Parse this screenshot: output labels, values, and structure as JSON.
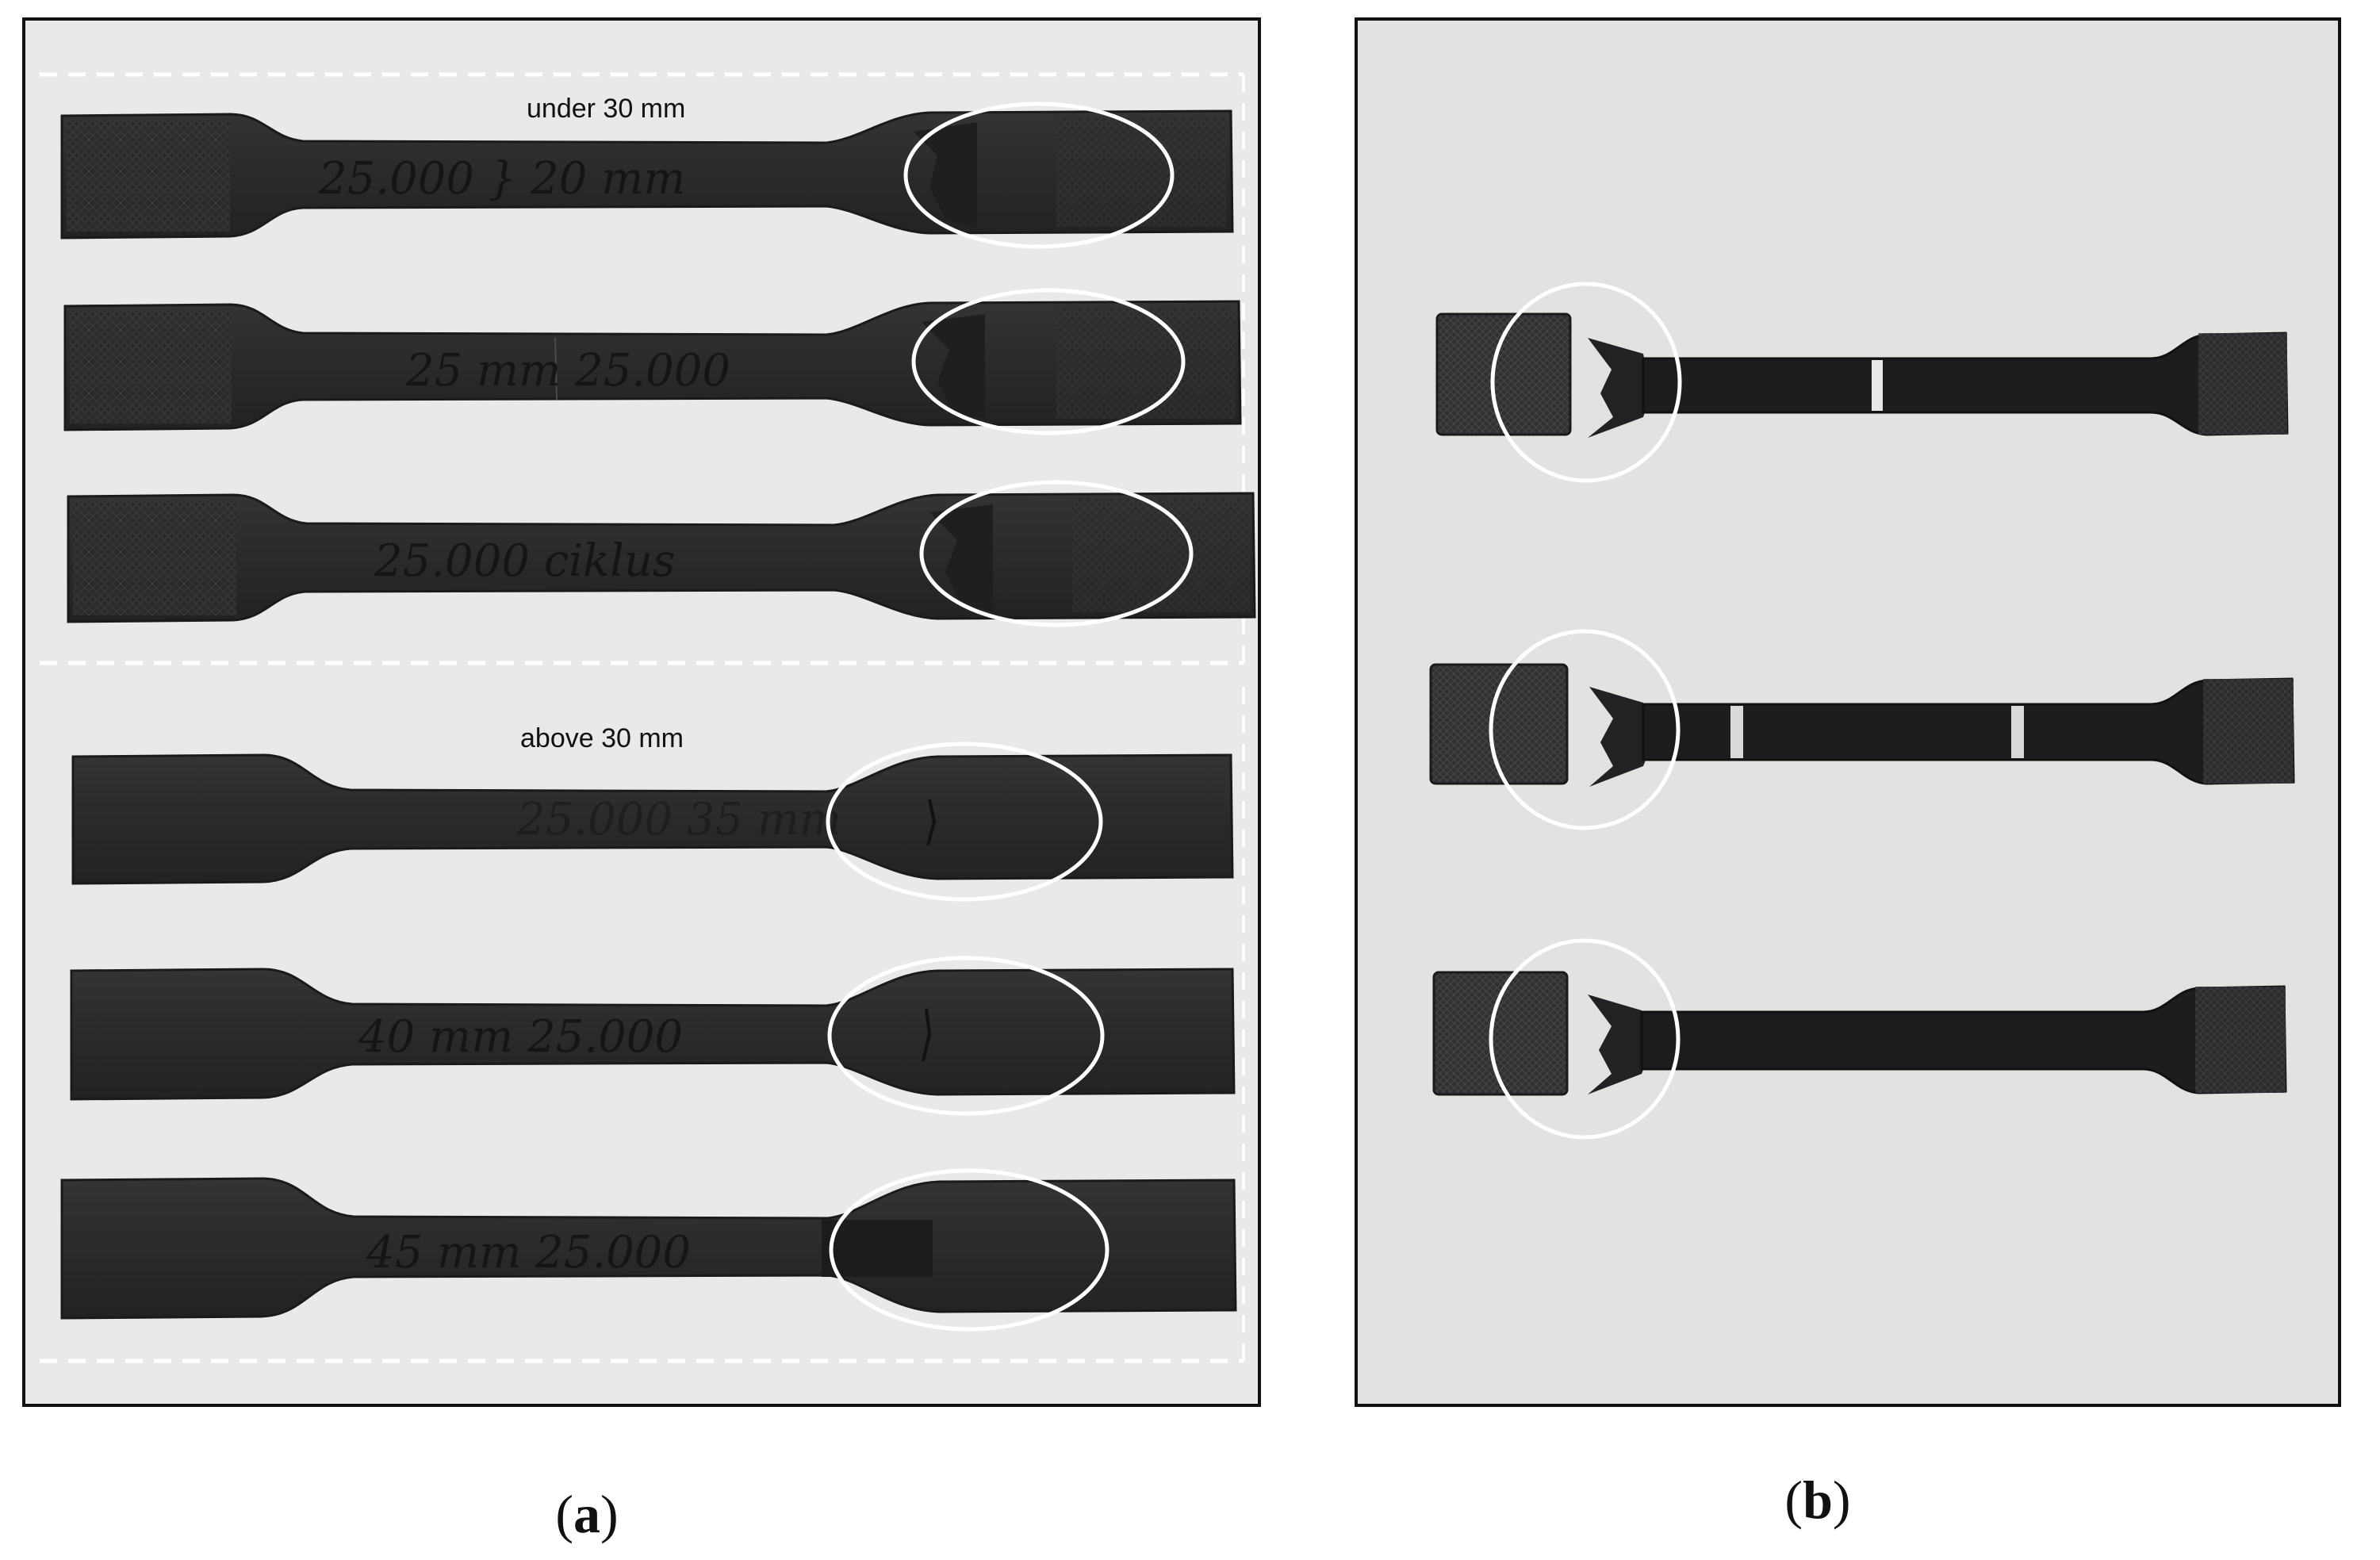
{
  "panel_a": {
    "caption_open": "(",
    "caption_letter": "a",
    "caption_close": ")",
    "group_top_label": "under 30 mm",
    "group_bottom_label": "above 30 mm",
    "specimen_markings": [
      "25.000   } 20 mm",
      "25 mm   25.000",
      "25.000 ciklus",
      "25.000   35 mm",
      "40 mm   25.000",
      "45 mm   25.000"
    ]
  },
  "panel_b": {
    "caption_open": "(",
    "caption_letter": "b",
    "caption_close": ")"
  },
  "colors": {
    "specimen": "#2b2b2d",
    "specimen_edge": "#1a1a1b",
    "panel_a_background": "#e9e9e9",
    "panel_b_background": "#e4e2e0",
    "highlight_ellipse": "#ffffff",
    "dashed_divider": "#ffffff"
  }
}
